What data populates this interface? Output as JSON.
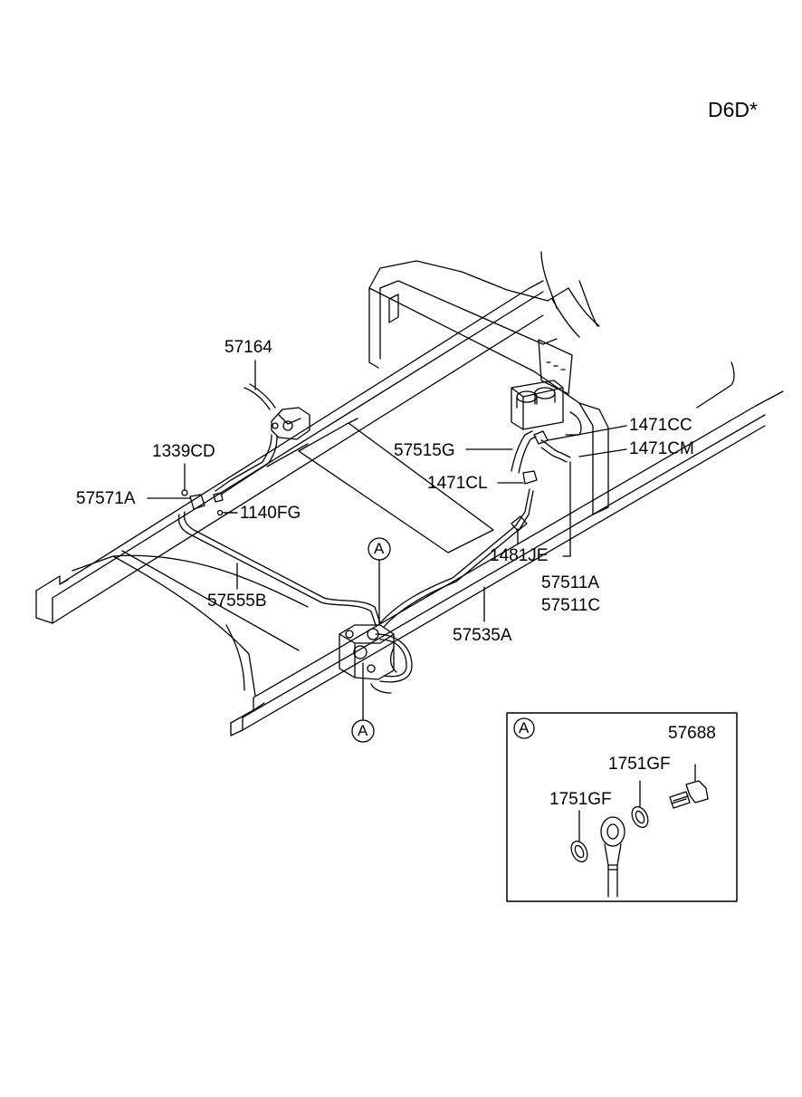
{
  "diagram": {
    "model_code": "D6D*",
    "callout_marker": "A",
    "part_labels": {
      "p57164": "57164",
      "p1339CD": "1339CD",
      "p57571A": "57571A",
      "p1140FG": "1140FG",
      "p57555B": "57555B",
      "p57515G": "57515G",
      "p1471CL": "1471CL",
      "p1471CC": "1471CC",
      "p1471CM": "1471CM",
      "p1481JE": "1481JE",
      "p57511A": "57511A",
      "p57511C": "57511C",
      "p57535A": "57535A"
    },
    "detail_a": {
      "marker": "A",
      "labels": {
        "p57688": "57688",
        "p1751GF_upper": "1751GF",
        "p1751GF_lower": "1751GF"
      }
    }
  }
}
